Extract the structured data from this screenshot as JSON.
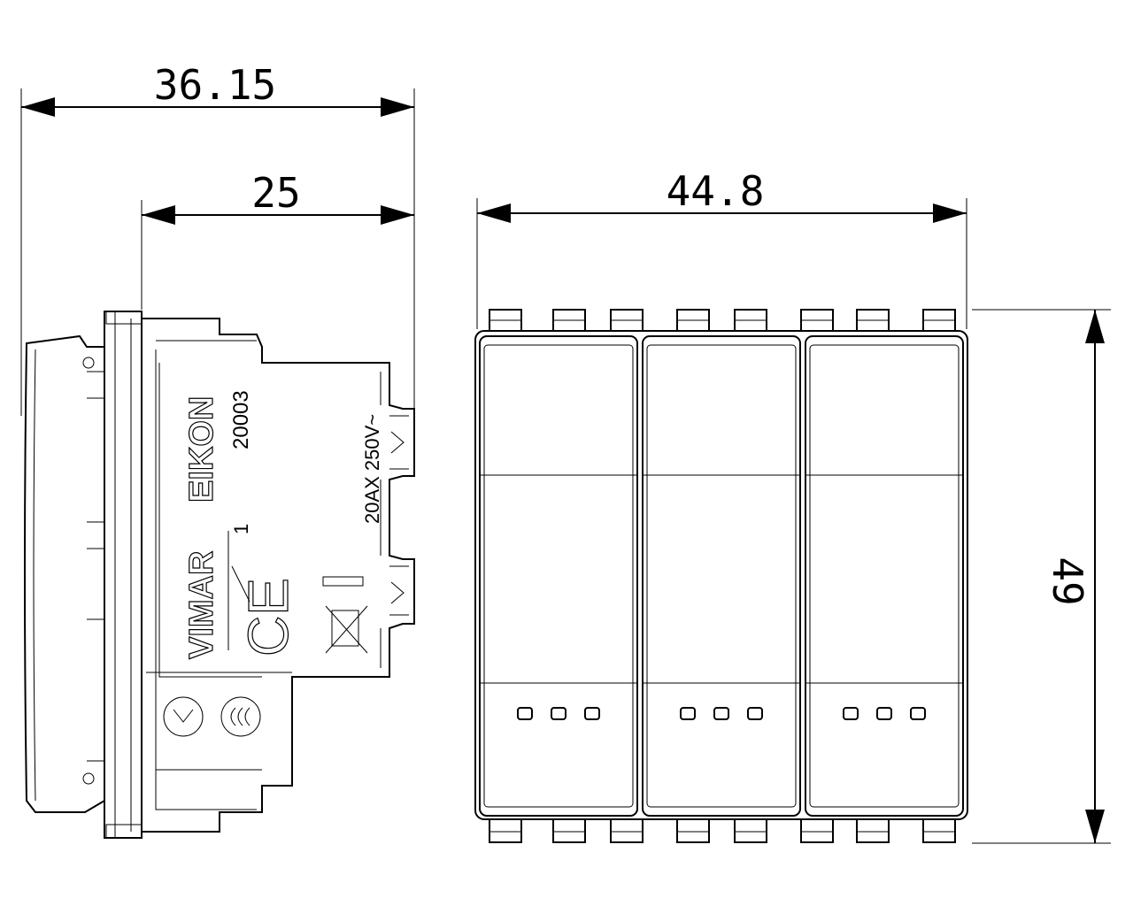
{
  "dimensions": {
    "overall_depth": "36.15",
    "body_depth": "25",
    "width": "44.8",
    "height": "49"
  },
  "markings": {
    "brand": "VIMAR",
    "series": "EIKON",
    "code": "20003",
    "rating": "20AX 250V~",
    "position_mark": "1",
    "ce_mark": "CE"
  },
  "front_view": {
    "keys": 3,
    "indicator_dots_per_key": 3
  }
}
